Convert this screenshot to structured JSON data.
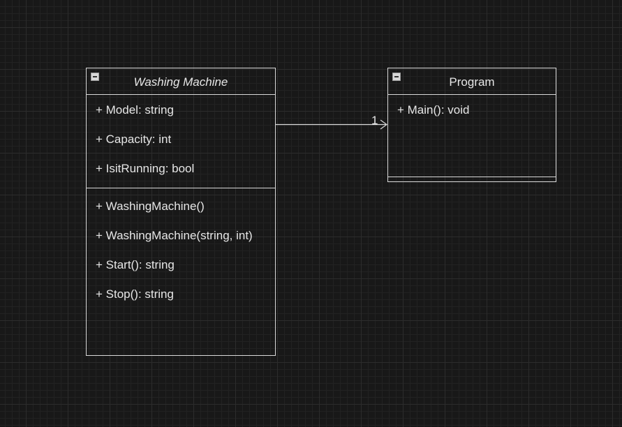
{
  "classes": {
    "washing_machine": {
      "name": "Washing Machine",
      "attributes": [
        "+ Model: string",
        "+ Capacity: int",
        "+ IsitRunning: bool"
      ],
      "methods": [
        "+ WashingMachine()",
        "+ WashingMachine(string, int)",
        "+ Start(): string",
        "+ Stop(): string"
      ]
    },
    "program": {
      "name": "Program",
      "methods": [
        "+ Main(): void"
      ]
    }
  },
  "association": {
    "multiplicity": "1"
  },
  "colors": {
    "background": "#181818",
    "grid": "#2c2c2c",
    "stroke": "#d9d9d9",
    "text": "#e6e6e6"
  },
  "icons": {
    "collapse": "minus-square-icon"
  }
}
